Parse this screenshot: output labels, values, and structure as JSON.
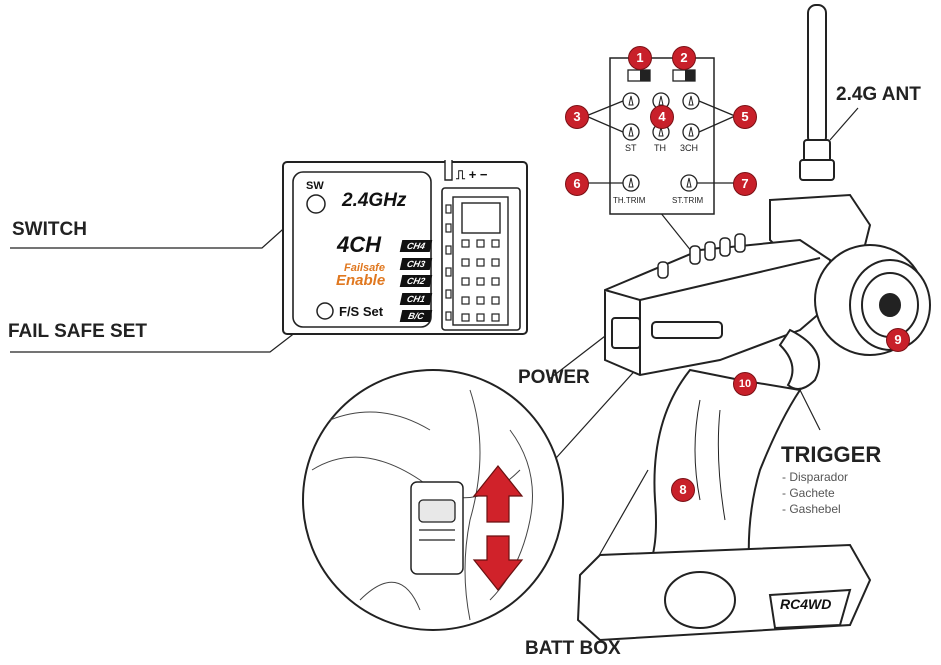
{
  "labels": {
    "switch": "SWITCH",
    "fail_safe_set": "FAIL SAFE SET",
    "power": "POWER",
    "batt_box": "BATT BOX",
    "antenna": "2.4G ANT",
    "trigger": "TRIGGER",
    "trigger_sub": [
      "- Disparador",
      "- Gachete",
      "- Gashebel"
    ]
  },
  "receiver": {
    "sw": "SW",
    "freq": "2.4GHz",
    "channels": "4CH",
    "failsafe_line1": "Failsafe",
    "failsafe_line2": "Enable",
    "fs_set": "F/S Set",
    "ch_tags": [
      "CH4",
      "CH3",
      "CH2",
      "CH1",
      "B/C"
    ],
    "pin_symbols": "⎍ + −"
  },
  "panel": {
    "knob_labels": [
      "ST",
      "TH",
      "3CH"
    ],
    "trim_labels": [
      "TH.TRIM",
      "ST.TRIM"
    ]
  },
  "badges": [
    "1",
    "2",
    "3",
    "4",
    "5",
    "6",
    "7",
    "8",
    "9",
    "10"
  ],
  "transmitter": {
    "brand": "RC4WD"
  },
  "colors": {
    "badge_red": "#c8202a",
    "failsafe_orange": "#e07820",
    "arrow_red": "#d0222a",
    "line": "#222222"
  }
}
